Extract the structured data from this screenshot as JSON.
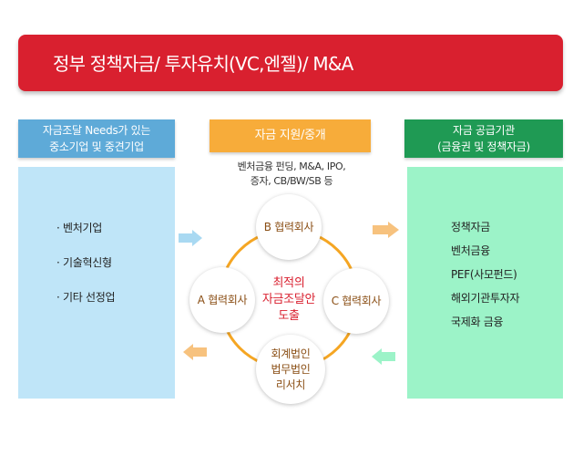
{
  "banner": {
    "title": "정부 정책자금/ 투자유치(VC,엔젤)/  M&A"
  },
  "left": {
    "header_line1": "자금조달 Needs가 있는",
    "header_line2": "중소기업 및 중견기업",
    "items": [
      "· 벤처기업",
      "· 기술혁신형",
      "· 기타 선정업"
    ]
  },
  "middle": {
    "header": "자금 지원/중개",
    "sub_line1": "벤처금융 펀딩, M&A, IPO,",
    "sub_line2": "증자, CB/BW/SB 등"
  },
  "right": {
    "header_line1": "자금 공급기관",
    "header_line2": "(금융권 및 정책자금)",
    "items": [
      "정책자금",
      "벤처금융",
      "PEF(사모펀드)",
      "해외기관투자자",
      "국제화 금융"
    ]
  },
  "nodes": {
    "top": "B 협력회사",
    "left": "A 협력회사",
    "right": "C 협력회사",
    "bottom_line1": "회계법인",
    "bottom_line2": "법무법인",
    "bottom_line3": "리서치"
  },
  "center": {
    "line1": "최적의",
    "line2": "자금조달안",
    "line3": "도출"
  },
  "colors": {
    "banner": "#d9202f",
    "left_header": "#5eaad8",
    "middle_header": "#f7ac3a",
    "right_header": "#1f9a54",
    "left_panel": "#bfe5f8",
    "right_panel": "#9cf3c8",
    "ring": "#f5a623",
    "node_text": "#8a4e14",
    "center_text": "#d9202f"
  }
}
